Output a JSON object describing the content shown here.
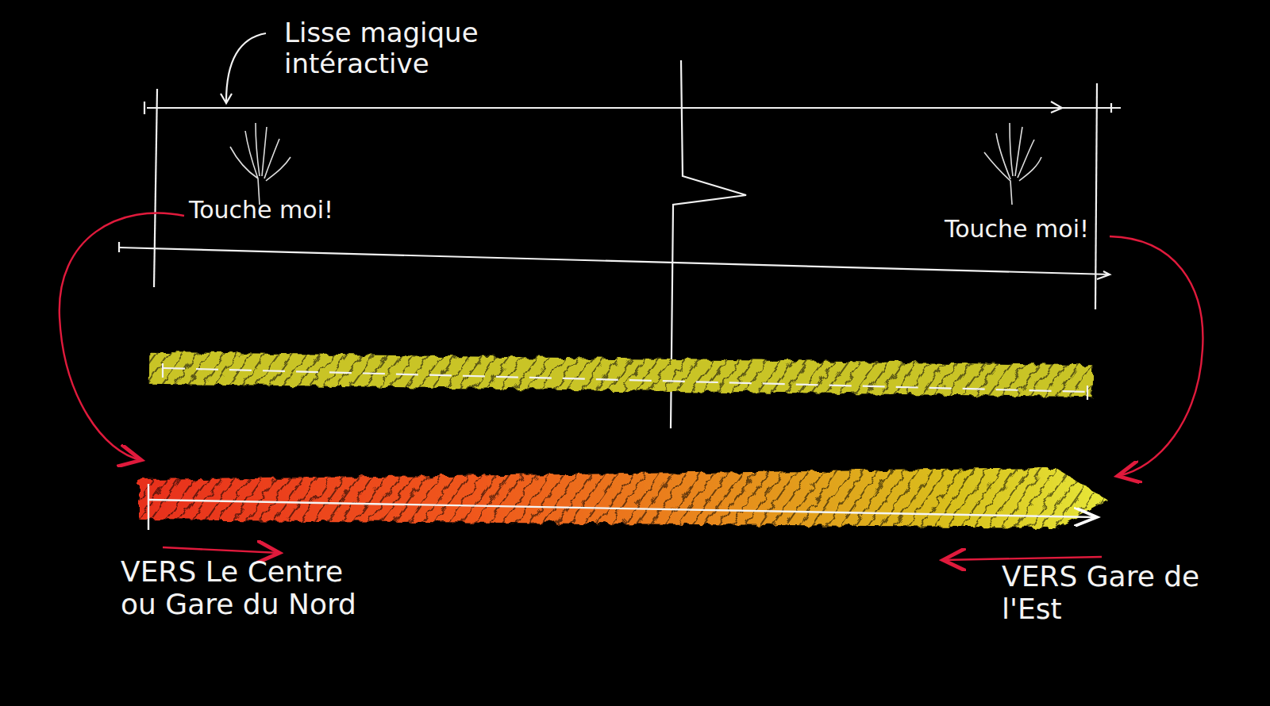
{
  "diagram": {
    "labels": [
      "Lisse magique intéractive",
      "Touche moi!",
      "Touche moi!",
      "VERS Le Centre ou Gare du Nord",
      "VERS Gare de l'Est"
    ]
  }
}
